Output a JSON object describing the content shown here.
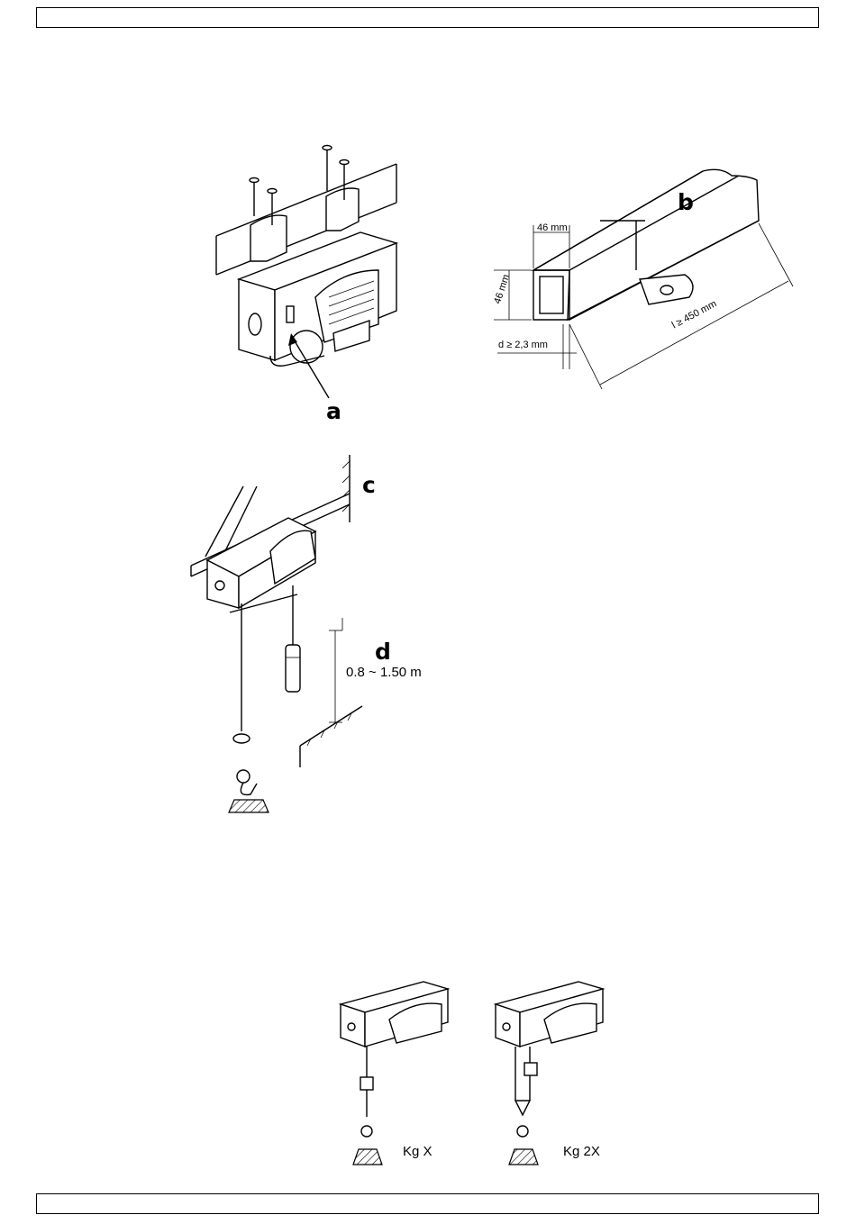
{
  "header": {
    "text": ""
  },
  "footer": {
    "text": ""
  },
  "figure_a": {
    "label": "a"
  },
  "figure_b": {
    "label": "b",
    "width_dim": "46 mm",
    "height_dim": "46 mm",
    "thickness_dim": "d ≥ 2,3 mm",
    "length_dim": "l ≥ 450 mm"
  },
  "figure_cd": {
    "label_c": "c",
    "label_d": "d",
    "height_range": "0.8 ~ 1.50 m"
  },
  "figure_load": {
    "single_label": "Kg X",
    "double_label": "Kg 2X"
  }
}
